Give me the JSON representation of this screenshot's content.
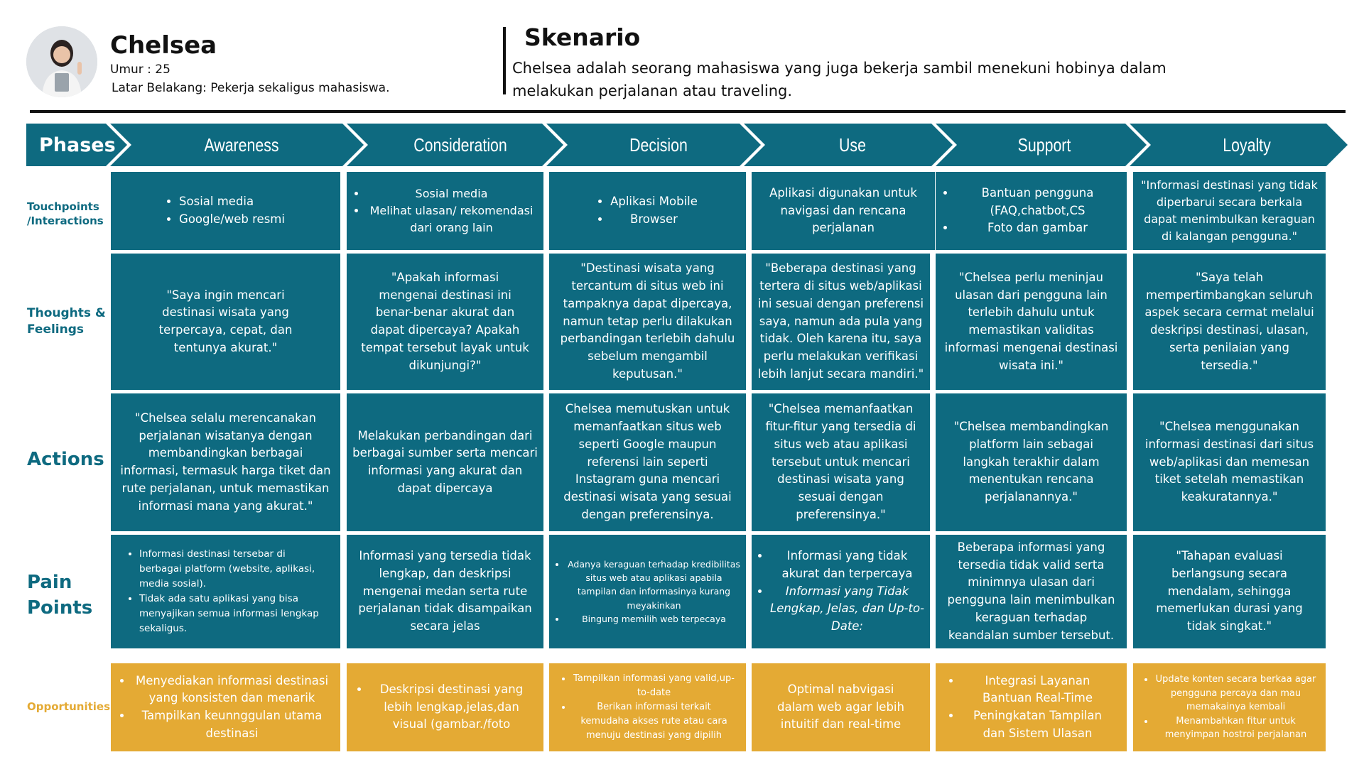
{
  "persona": {
    "name": "Chelsea",
    "age": "Umur : 25",
    "background": "Latar Belakang: Pekerja sekaligus mahasiswa."
  },
  "scenario": {
    "title": "Skenario",
    "text": "Chelsea adalah seorang mahasiswa yang juga bekerja sambil menekuni hobinya dalam melakukan perjalanan atau traveling."
  },
  "colors": {
    "teal": "#0e6a80",
    "gold": "#e4aa34"
  },
  "phases": {
    "title": "Phases",
    "items": [
      "Awareness",
      "Consideration",
      "Decision",
      "Use",
      "Support",
      "Loyalty"
    ]
  },
  "rows": {
    "touchpoints": {
      "label": "Touchpoints /Interactions",
      "cells": [
        [
          "Sosial media",
          "Google/web resmi"
        ],
        [
          "Sosial media",
          "Melihat ulasan/ rekomendasi dari orang lain"
        ],
        [
          "Aplikasi Mobile",
          "Browser"
        ],
        "Aplikasi digunakan untuk navigasi dan rencana perjalanan",
        [
          "Bantuan pengguna (FAQ,chatbot,CS",
          "Foto dan gambar"
        ],
        "\"Informasi destinasi yang tidak diperbarui secara berkala dapat menimbulkan keraguan di kalangan pengguna.\""
      ]
    },
    "thoughts": {
      "label": "Thoughts & Feelings",
      "cells": [
        "\"Saya ingin mencari destinasi wisata yang terpercaya, cepat, dan tentunya akurat.\"",
        "\"Apakah informasi mengenai destinasi ini benar-benar akurat dan dapat dipercaya? Apakah tempat tersebut layak untuk dikunjungi?\"",
        "\"Destinasi wisata yang tercantum di situs web ini tampaknya dapat dipercaya, namun tetap perlu dilakukan perbandingan terlebih dahulu sebelum mengambil keputusan.\"",
        "\"Beberapa destinasi yang tertera di situs web/aplikasi ini sesuai dengan preferensi saya, namun ada pula yang tidak. Oleh karena itu, saya perlu melakukan verifikasi lebih lanjut secara mandiri.\"",
        "\"Chelsea perlu meninjau ulasan dari pengguna lain terlebih dahulu untuk memastikan validitas informasi mengenai destinasi wisata ini.\"",
        "\"Saya telah mempertimbangkan seluruh aspek secara cermat melalui deskripsi destinasi, ulasan, serta penilaian yang tersedia.\""
      ]
    },
    "actions": {
      "label": "Actions",
      "cells": [
        "\"Chelsea selalu merencanakan perjalanan wisatanya dengan membandingkan berbagai informasi, termasuk harga tiket dan rute perjalanan, untuk memastikan informasi mana yang akurat.\"",
        "Melakukan perbandingan dari berbagai sumber serta mencari informasi yang akurat dan dapat dipercaya",
        "Chelsea memutuskan untuk memanfaatkan situs web seperti Google maupun referensi lain seperti Instagram guna mencari destinasi wisata yang sesuai dengan preferensinya.",
        "\"Chelsea memanfaatkan fitur-fitur yang tersedia di situs web atau aplikasi tersebut untuk mencari destinasi wisata yang sesuai dengan preferensinya.\"",
        "\"Chelsea membandingkan platform lain sebagai langkah terakhir dalam menentukan rencana perjalanannya.\"",
        "\"Chelsea menggunakan informasi destinasi dari situs web/aplikasi dan memesan tiket setelah memastikan keakuratannya.\""
      ]
    },
    "pain": {
      "label_line1": "Pain",
      "label_line2": "Points",
      "cells": [
        [
          "Informasi destinasi tersebar di berbagai platform (website, aplikasi, media sosial).",
          "Tidak ada satu aplikasi yang bisa menyajikan semua informasi lengkap sekaligus."
        ],
        "Informasi yang tersedia tidak lengkap, dan deskripsi mengenai medan serta rute perjalanan tidak disampaikan secara jelas",
        [
          "Adanya keraguan terhadap kredibilitas situs web atau aplikasi apabila tampilan dan informasinya kurang meyakinkan",
          "Bingung memilih web terpecaya"
        ],
        [
          "Informasi yang tidak akurat dan terpercaya",
          "Informasi yang Tidak Lengkap, Jelas, dan Up-to-Date:"
        ],
        "Beberapa informasi yang tersedia tidak valid serta minimnya ulasan dari pengguna lain menimbulkan keraguan terhadap keandalan sumber tersebut.",
        "\"Tahapan evaluasi berlangsung secara mendalam, sehingga memerlukan durasi yang tidak singkat.\""
      ]
    },
    "opportunities": {
      "label": "Opportunities",
      "cells": [
        [
          "Menyediakan informasi destinasi yang konsisten dan menarik",
          "Tampilkan keunnggulan utama destinasi"
        ],
        [
          "Deskripsi destinasi yang lebih lengkap,jelas,dan visual (gambar./foto"
        ],
        [
          "Tampilkan informasi yang valid,up-to-date",
          "Berikan informasi terkait kemudaha akses rute atau cara menuju destinasi yang dipilih"
        ],
        "Optimal nabvigasi dalam web agar lebih intuitif dan real-time",
        [
          "Integrasi Layanan Bantuan Real-Time",
          "Peningkatan Tampilan dan Sistem Ulasan"
        ],
        [
          "Update konten secara berkaa agar pengguna percaya dan mau memakainya kembali",
          "Menambahkan fitur untuk menyimpan hostroi perjalanan"
        ]
      ]
    }
  }
}
